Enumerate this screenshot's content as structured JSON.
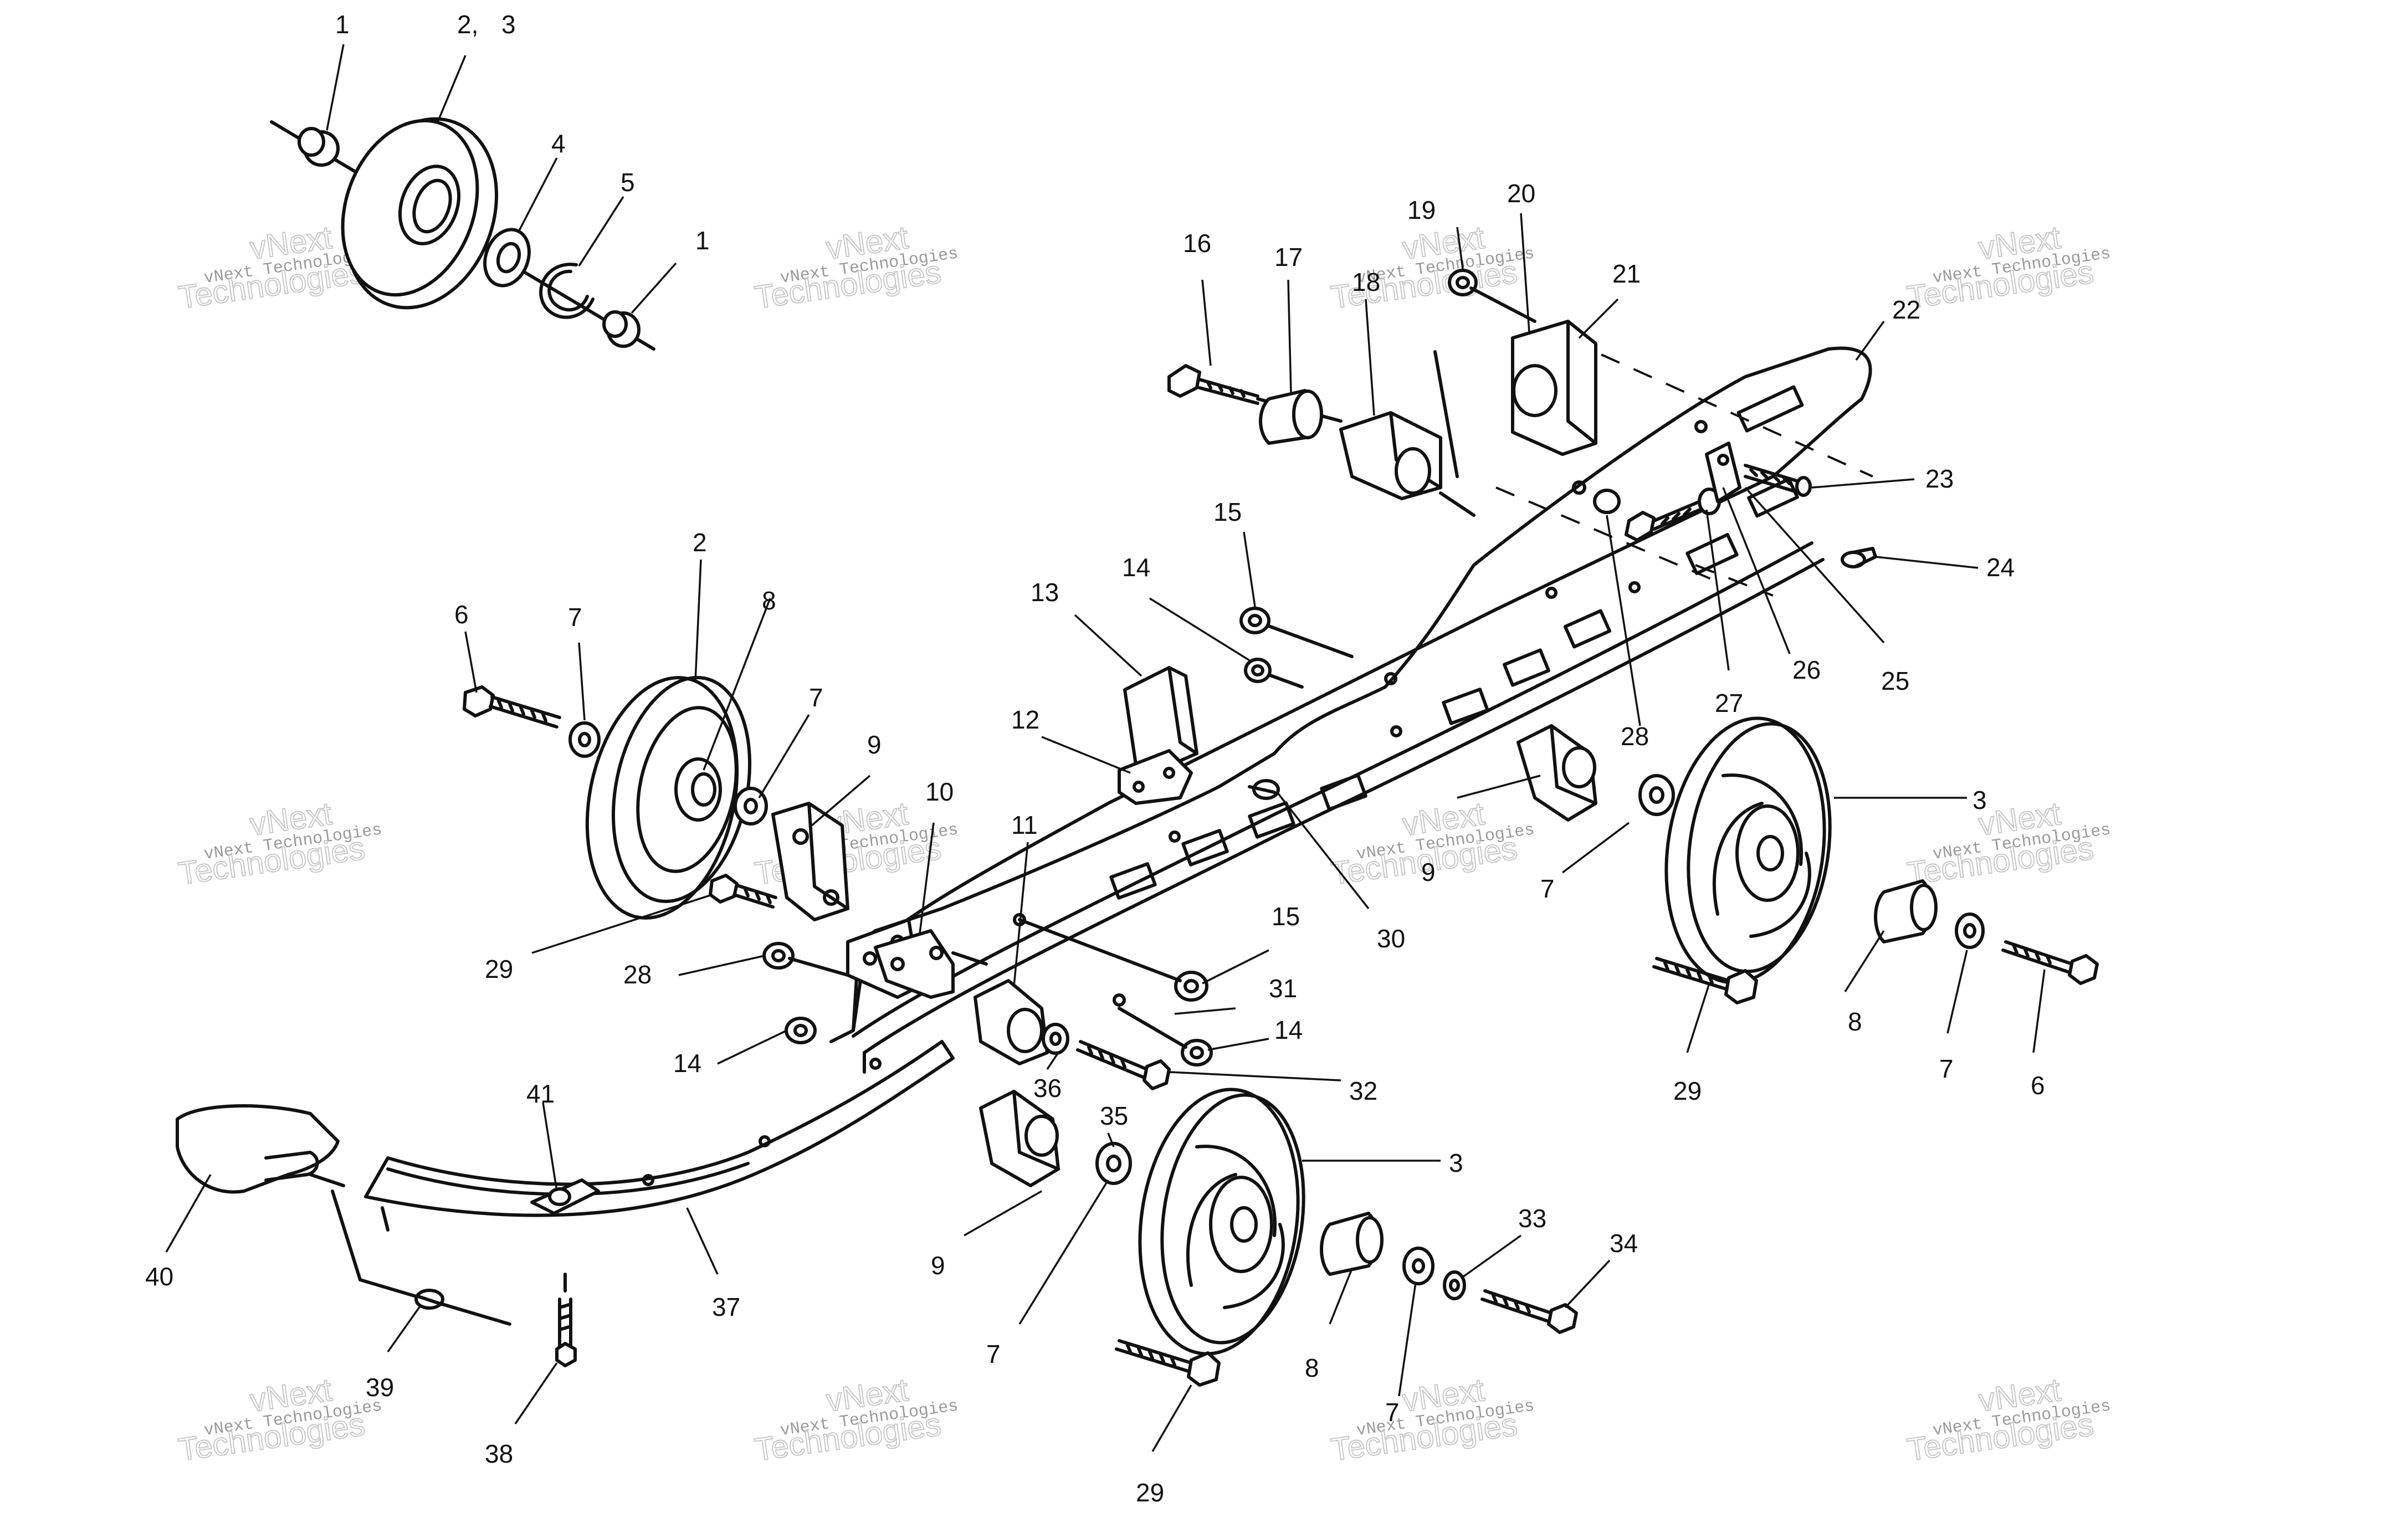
{
  "watermark": {
    "line1": "vNext Technologies",
    "line2": "Technologies",
    "brand": "vNext"
  },
  "callouts": [
    "1",
    "2,",
    "3",
    "4",
    "5",
    "1",
    "16",
    "17",
    "18",
    "19",
    "20",
    "21",
    "22",
    "23",
    "24",
    "25",
    "26",
    "27",
    "28",
    "2",
    "8",
    "6",
    "7",
    "7",
    "9",
    "15",
    "14",
    "13",
    "12",
    "11",
    "10",
    "30",
    "29",
    "28",
    "14",
    "15",
    "31",
    "14",
    "32",
    "36",
    "35",
    "9",
    "7",
    "3",
    "29",
    "8",
    "7",
    "6",
    "41",
    "40",
    "39",
    "38",
    "37",
    "9",
    "7",
    "3",
    "33",
    "34",
    "8",
    "7",
    "29"
  ]
}
